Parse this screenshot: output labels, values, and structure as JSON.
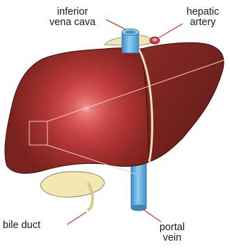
{
  "labels": {
    "inferior_vena_cava": {
      "line1": "inferior",
      "line2": "vena cava"
    },
    "hepatic_artery": {
      "line1": "hepatic",
      "line2": "artery"
    },
    "bile_duct": {
      "text": "bile duct"
    },
    "portal_vein": {
      "line1": "portal",
      "line2": "vein"
    }
  },
  "colors": {
    "liver_dark": "#6e1c18",
    "liver_mid": "#9b2b26",
    "liver_glow": "#e0605f",
    "vena_cava_blue": "#5aa9d8",
    "portal_vein_blue": "#6ab3de",
    "hepatic_artery_red": "#c8404a",
    "gallbladder_cream": "#f3e7b3",
    "leader_line_red": "#d23a3a"
  }
}
